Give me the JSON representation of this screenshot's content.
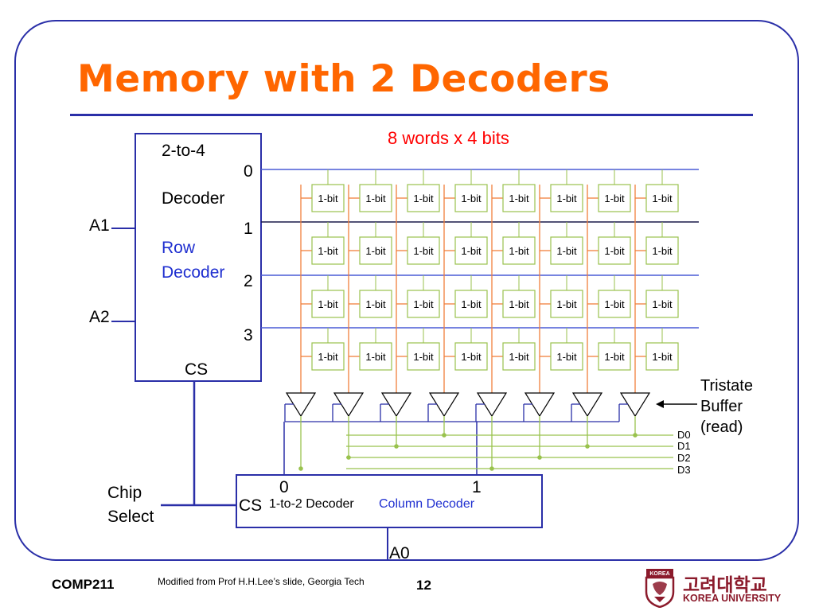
{
  "slide": {
    "title": "Memory with 2 Decoders",
    "subtitle": "8 words x 4 bits"
  },
  "row_decoder": {
    "line1": "2-to-4",
    "line2": "Decoder",
    "line3": "Row",
    "line4": "Decoder",
    "outputs": [
      "0",
      "1",
      "2",
      "3"
    ],
    "inputs": [
      "A1",
      "A2"
    ],
    "cs_label": "CS"
  },
  "cell": {
    "label": "1-bit"
  },
  "buffer": {
    "label_line1": "Tristate",
    "label_line2": "Buffer",
    "label_line3": "(read)"
  },
  "data_lines": [
    "D0",
    "D1",
    "D2",
    "D3"
  ],
  "column_decoder": {
    "cs_label": "CS",
    "type_label": "1-to-2 Decoder",
    "name_label": "Column Decoder",
    "outputs": [
      "0",
      "1"
    ],
    "input": "A0"
  },
  "chip_select": {
    "line1": "Chip",
    "line2": "Select"
  },
  "footer": {
    "course": "COMP211",
    "credit": "Modified from Prof H.H.Lee’s slide, Georgia Tech",
    "page": "12"
  },
  "logo": {
    "korean": "고려대학교",
    "english": "KOREA UNIVERSITY",
    "emblem": "KOREA"
  },
  "colors": {
    "title": "#ff6600",
    "frame": "#2a2fa8",
    "row_line": "#4a5bd6",
    "bit_line": "#f07f3c",
    "cell_border": "#99c24d",
    "data_line": "#99c24d",
    "blue_text": "#1f2fd0",
    "subtitle": "#ff0000",
    "logo": "#8b1a2b"
  }
}
